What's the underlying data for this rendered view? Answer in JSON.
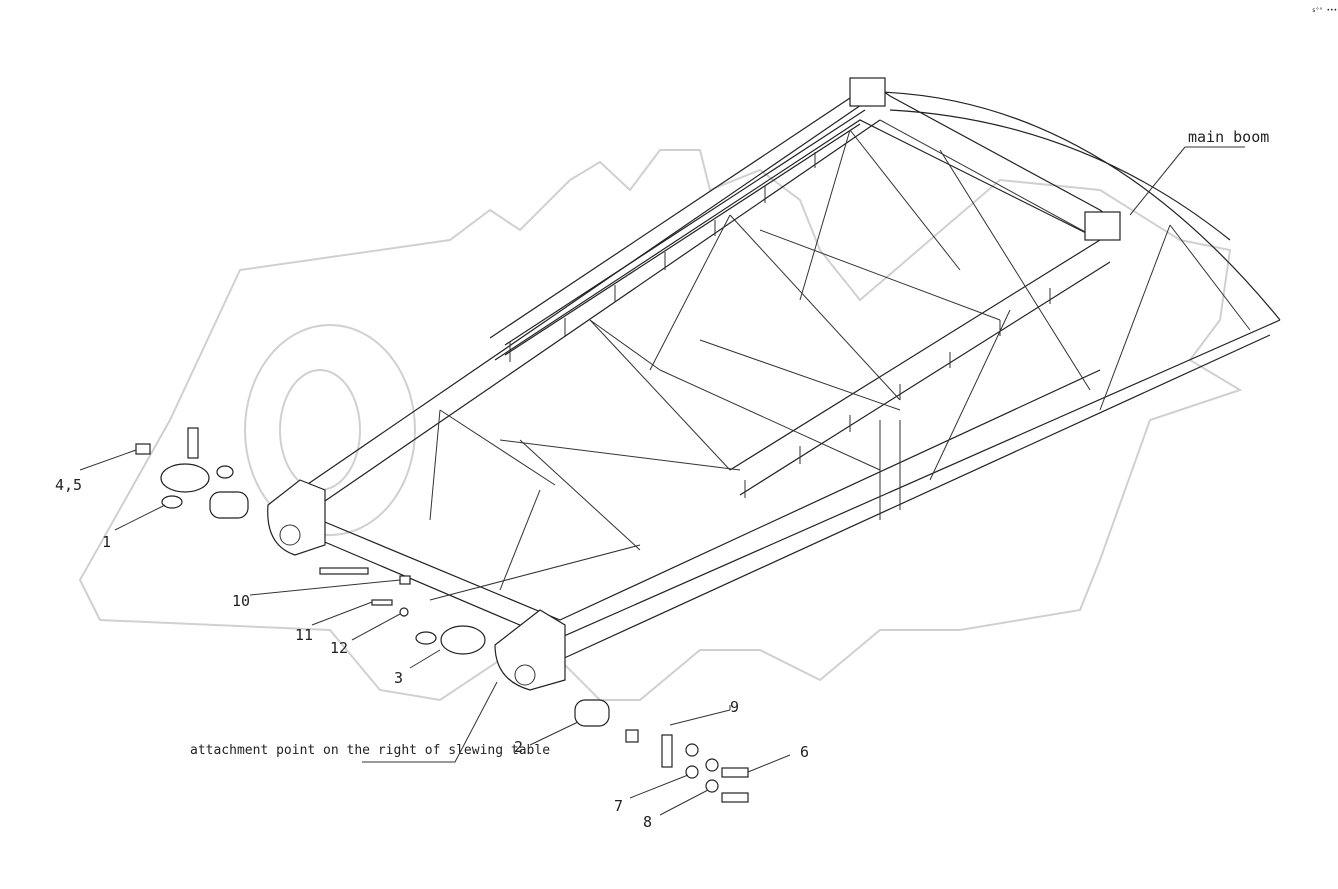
{
  "corner_mark": "s°°  •••",
  "labels": {
    "main_boom": "main boom",
    "attachment": "attachment point on the right of slewing table",
    "p1": "1",
    "p2": "2",
    "p3": "3",
    "p45": "4,5",
    "p6": "6",
    "p7": "7",
    "p8": "8",
    "p9": "9",
    "p10": "10",
    "p11": "11",
    "p12": "12"
  },
  "colors": {
    "line": "#222222",
    "watermark": "#d0d0d0",
    "background": "#ffffff"
  }
}
